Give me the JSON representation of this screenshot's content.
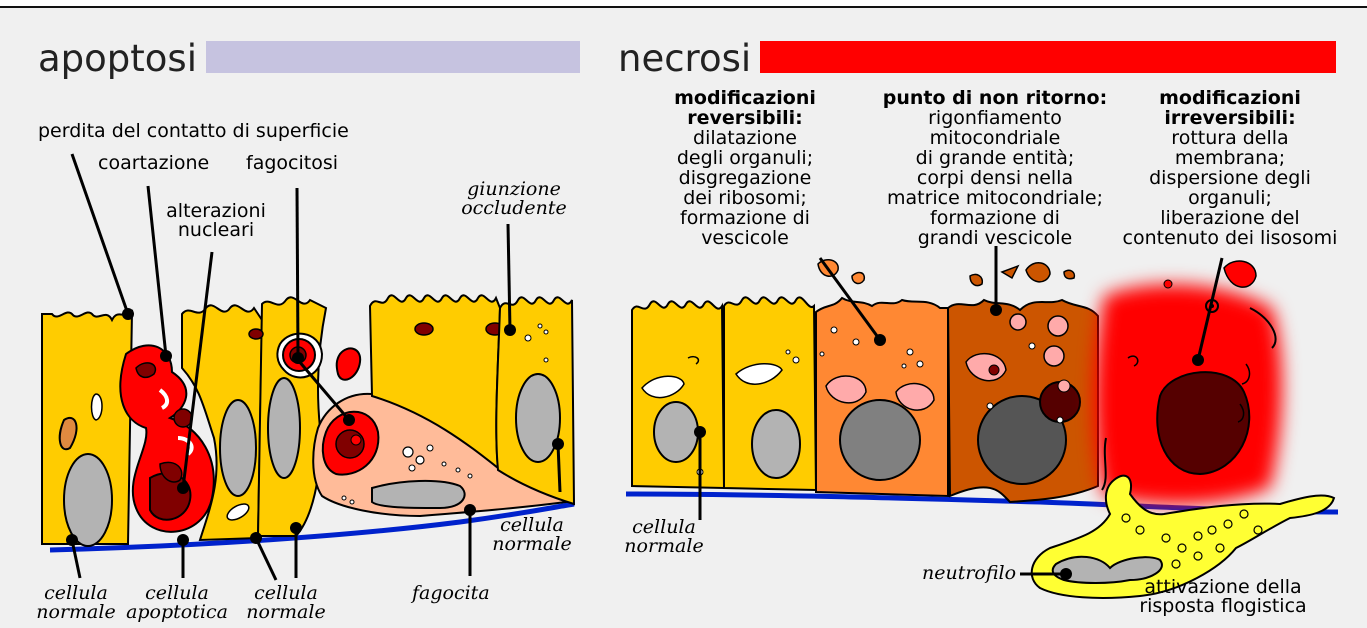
{
  "apoptosis": {
    "title": "apoptosi",
    "bar_color": "#c6c3e0",
    "labels": {
      "surface_contact_loss": "perdita del contatto di superficie",
      "condensation": "coartazione",
      "phagocytosis": "fagocitosi",
      "nuclear_changes_1": "alterazioni",
      "nuclear_changes_2": "nucleari",
      "tight_junction_1": "giunzione",
      "tight_junction_2": "occludente",
      "normal_cell_left_1": "cellula",
      "normal_cell_left_2": "normale",
      "apoptotic_cell_1": "cellula",
      "apoptotic_cell_2": "apoptotica",
      "normal_cell_mid_1": "cellula",
      "normal_cell_mid_2": "normale",
      "phagocyte": "fagocita",
      "normal_cell_right_1": "cellula",
      "normal_cell_right_2": "normale"
    }
  },
  "necrosis": {
    "title": "necrosi",
    "bar_color": "#ff0000",
    "reversible": {
      "heading_1": "modificazioni",
      "heading_2": "reversibili:",
      "lines": [
        "dilatazione",
        "degli organuli;",
        "disgregazione",
        "dei ribosomi;",
        "formazione di",
        "vescicole"
      ]
    },
    "no_return": {
      "heading": "punto di non ritorno:",
      "lines": [
        "rigonfiamento",
        "mitocondriale",
        "di grande entità;",
        "corpi densi nella",
        "matrice mitocondriale;",
        "formazione di",
        "grandi vescicole"
      ]
    },
    "irreversible": {
      "heading_1": "modificazioni",
      "heading_2": "irreversibili:",
      "lines": [
        "rottura della",
        "membrana;",
        "dispersione degli",
        "organuli;",
        "liberazione del",
        "contenuto dei lisosomi"
      ]
    },
    "labels": {
      "normal_cell_1": "cellula",
      "normal_cell_2": "normale",
      "neutrophil": "neutrofilo",
      "inflammatory_1": "attivazione della",
      "inflammatory_2": "risposta flogistica"
    }
  },
  "colors": {
    "normal_cell": "#ffcc00",
    "nucleus": "#b3b3b3",
    "apoptotic": "#ff0000",
    "apoptotic_dark": "#800000",
    "phagocyte": "#ffbb99",
    "necrotic_orange": "#ff8833",
    "necrotic_brown": "#cc5500",
    "basement": "#0022cc",
    "neutrophil": "#ffff33"
  }
}
